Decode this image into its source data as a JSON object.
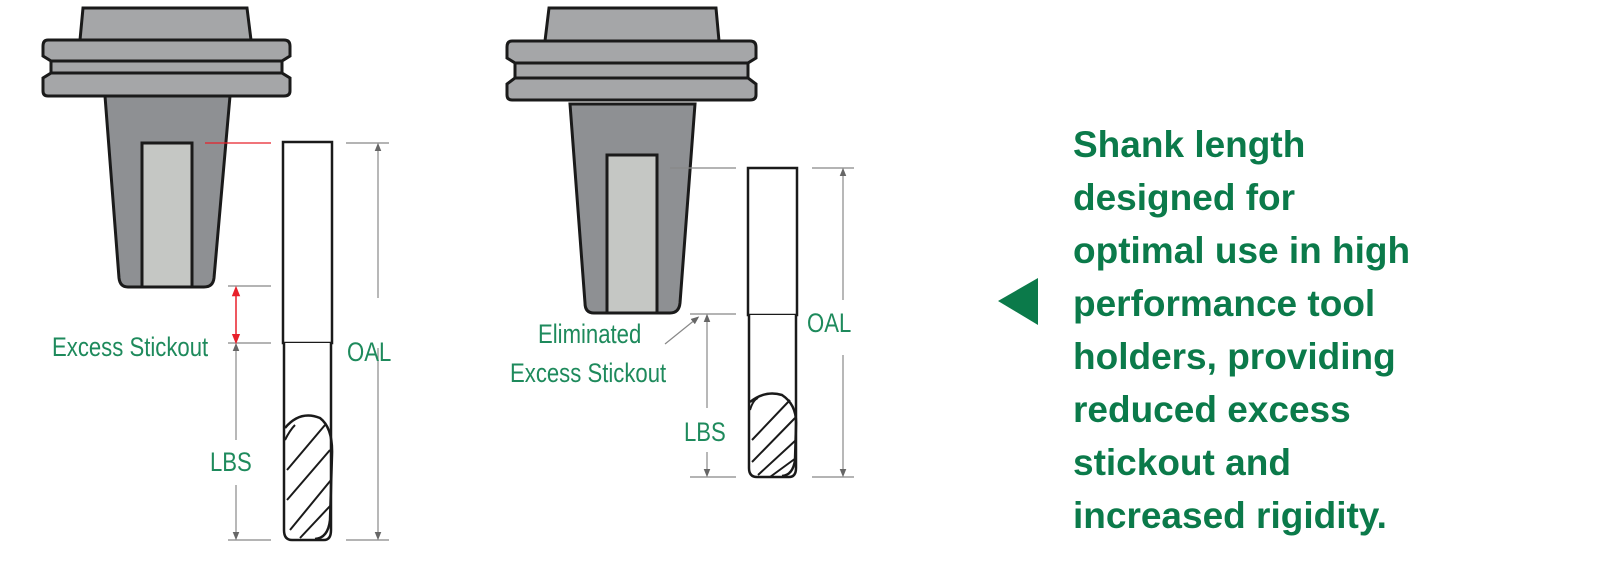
{
  "left_diagram": {
    "excess_label": "Excess Stickout",
    "oal_label": "OAL",
    "lbs_label": "LBS"
  },
  "right_diagram": {
    "eliminated_label_line1": "Eliminated",
    "eliminated_label_line2": "Excess Stickout",
    "oal_label": "OAL",
    "lbs_label": "LBS"
  },
  "callout": {
    "lines": [
      "Shank length",
      "designed for",
      "optimal use in high",
      "performance tool",
      "holders, providing",
      "reduced excess",
      "stickout and",
      "increased rigidity."
    ]
  },
  "colors": {
    "green": "#0b7a4a",
    "label_green": "#1e8a5c",
    "red": "#e8202a",
    "holder": "#8e9093",
    "shank": "#c5c7c4"
  }
}
